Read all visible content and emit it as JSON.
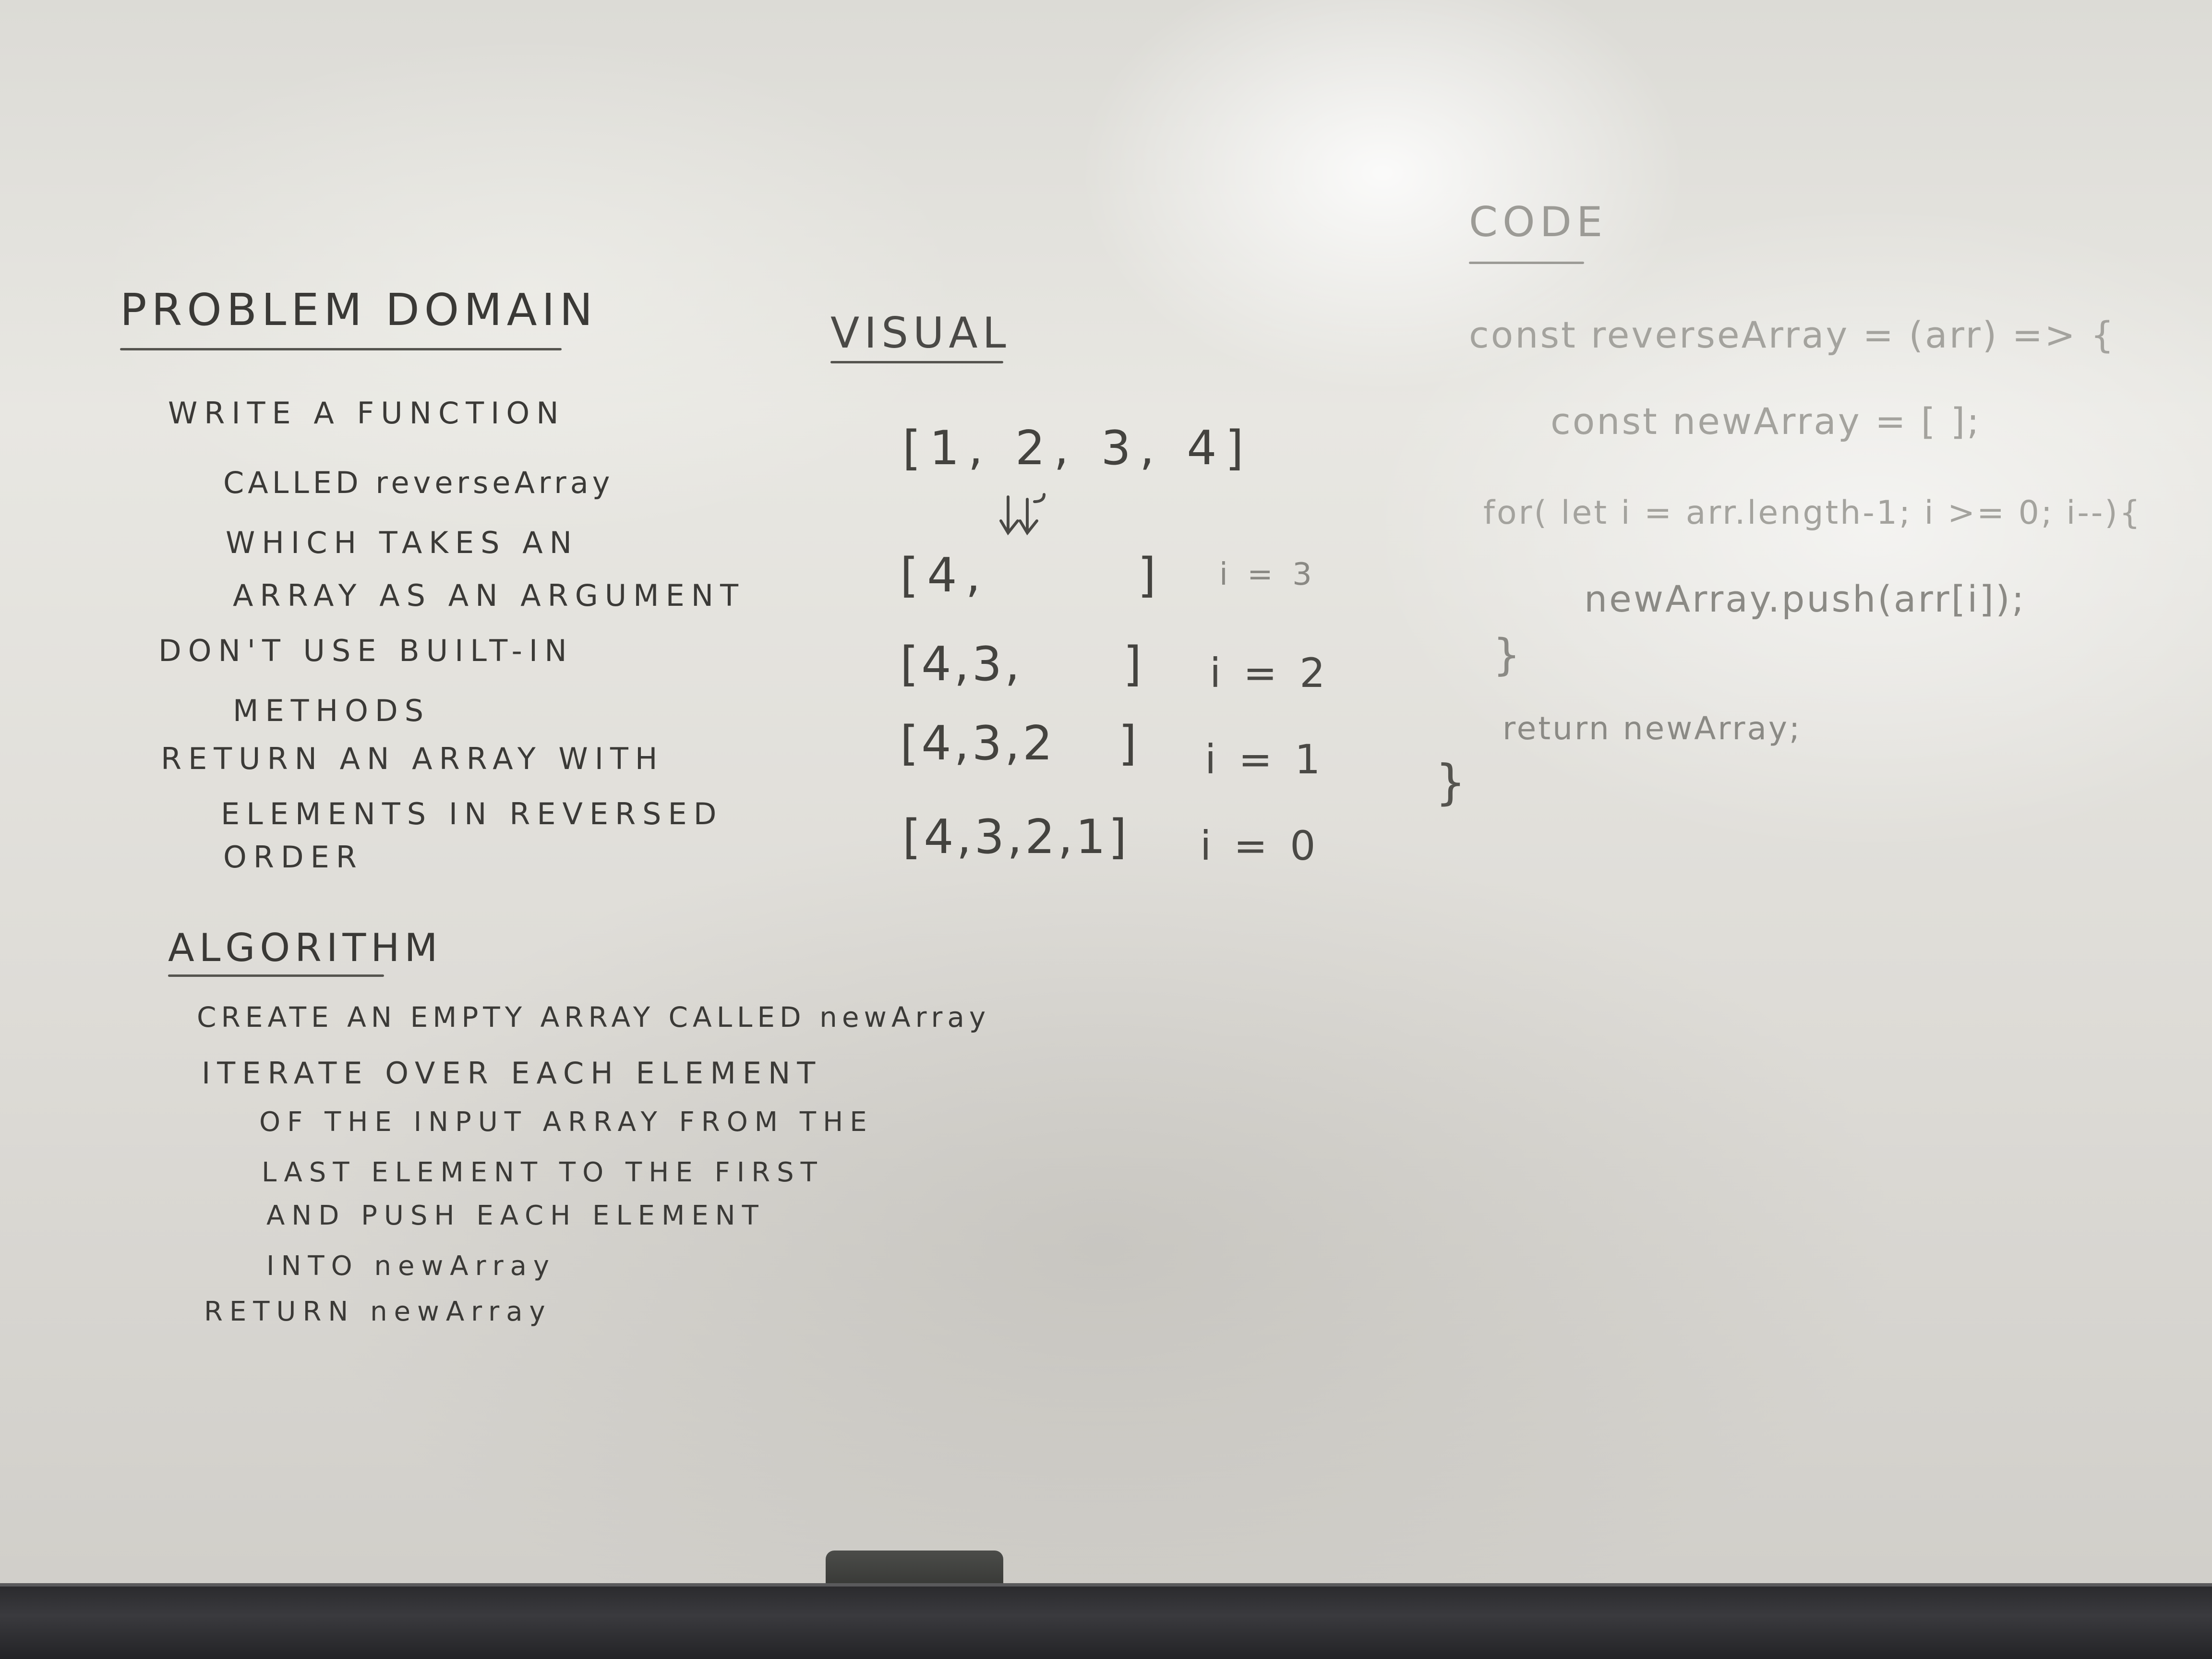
{
  "problem_domain": {
    "heading": "PROBLEM DOMAIN",
    "lines": [
      "WRITE A FUNCTION",
      "CALLED reverseArray",
      "WHICH TAKES AN",
      "ARRAY AS AN ARGUMENT",
      "DON'T USE BUILT-IN",
      "METHODS",
      "RETURN AN ARRAY WITH",
      "ELEMENTS IN REVERSED",
      "ORDER"
    ]
  },
  "algorithm": {
    "heading": "ALGORITHM",
    "lines": [
      "CREATE AN EMPTY ARRAY CALLED newArray",
      "ITERATE OVER EACH ELEMENT",
      "OF THE INPUT ARRAY FROM THE",
      "LAST ELEMENT TO THE FIRST",
      "AND PUSH EACH ELEMENT",
      "INTO newArray",
      "RETURN newArray"
    ]
  },
  "visual": {
    "heading": "VISUAL",
    "input": "[1, 2, 3, 4]",
    "steps": [
      {
        "array": "[4,",
        "close": "]",
        "index": "i = 3"
      },
      {
        "array": "[4,3,",
        "close": "]",
        "index": "i = 2"
      },
      {
        "array": "[4,3,2",
        "close": "]",
        "index": "i = 1"
      },
      {
        "array": "[4,3,2,1]",
        "close": "",
        "index": "i = 0"
      }
    ]
  },
  "code": {
    "heading": "CODE",
    "lines": [
      "const reverseArray = (arr) => {",
      "const newArray = [ ];",
      "for( let i = arr.length-1; i >= 0; i--){",
      "newArray.push(arr[i]);",
      "}",
      "return newArray;",
      "}"
    ]
  },
  "colors": {
    "marker": "#3b3a37",
    "faint_marker": "#8b8a85",
    "board": "#e3e2dd",
    "tray": "#2b2b2e"
  }
}
